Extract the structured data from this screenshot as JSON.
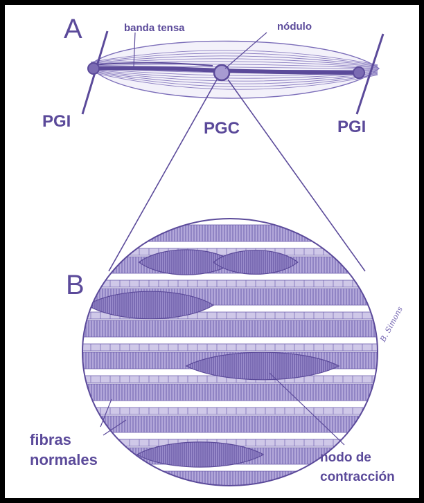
{
  "colors": {
    "ink": "#5b4a9a",
    "ink_light": "#8f82c2",
    "fill": "#a79bd2",
    "fill_dark": "#7b6bb3",
    "frame": "#000000"
  },
  "panel_a": {
    "letter": "A",
    "labels": {
      "banda_tensa": "banda tensa",
      "nodulo": "nódulo",
      "pgi_left": "PGI",
      "pgc": "PGC",
      "pgi_right": "PGI"
    }
  },
  "panel_b": {
    "letter": "B",
    "labels": {
      "fibras_line1": "fibras",
      "fibras_line2": "normales",
      "nodo_line1": "nodo de",
      "nodo_line2": "contracción"
    },
    "signature": "B. Simons"
  }
}
